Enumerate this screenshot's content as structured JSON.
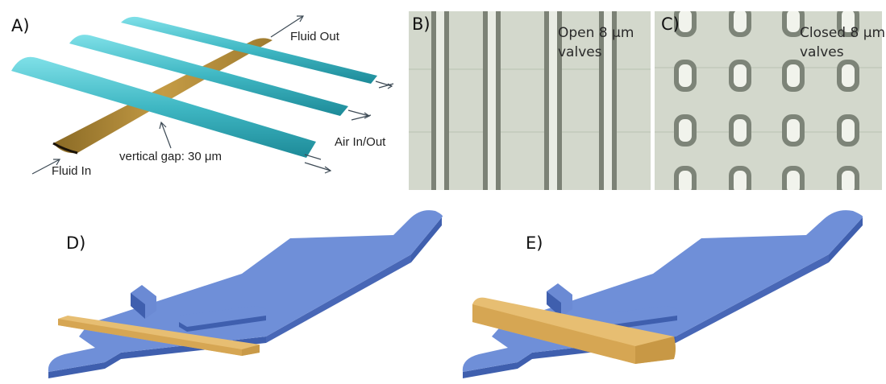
{
  "panels": {
    "a": {
      "label": "A)"
    },
    "b": {
      "label": "B)"
    },
    "c": {
      "label": "C)"
    },
    "d": {
      "label": "D)"
    },
    "e": {
      "label": "E)"
    }
  },
  "schematic": {
    "fluid_out": "Fluid Out",
    "fluid_in": "Fluid In",
    "air_in_out": "Air In/Out",
    "vertical_gap": "vertical gap: 30 μm"
  },
  "micrographs": {
    "open_line1": "Open 8 μm",
    "open_line2": "valves",
    "closed_line1": "Closed 8 μm",
    "closed_line2": "valves"
  },
  "colors": {
    "fluid_channel": "#b58d3a",
    "air_channel": "#3fb7c3",
    "chamber_blue": "#6f8fd8",
    "valve_gold": "#e7be72"
  }
}
